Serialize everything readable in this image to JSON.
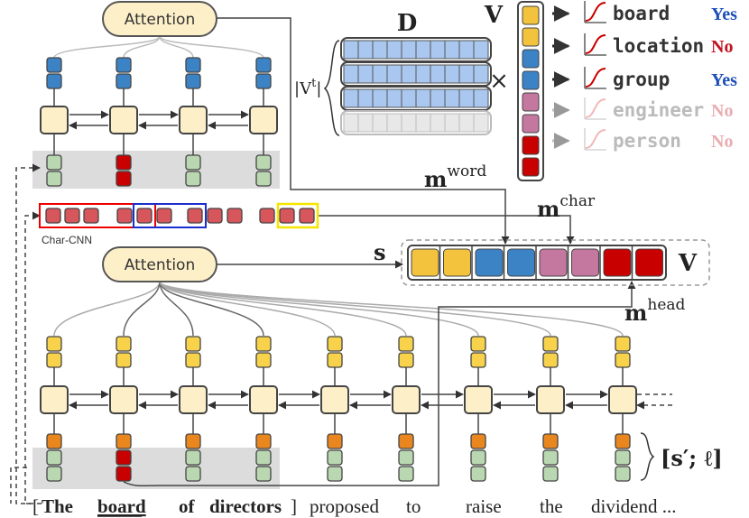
{
  "attention_top": "Attention",
  "attention_bottom": "Attention",
  "char_cnn_label": "Char-CNN",
  "matrix_label": "D",
  "vocab_size_label": "|V",
  "vocab_size_sup": "t",
  "vocab_size_close": "|",
  "times_symbol": "×",
  "v_label": "V",
  "v_label_2": "V",
  "s_label": "s",
  "m_word_base": "m",
  "m_word_sup": "word",
  "m_char_base": "m",
  "m_char_sup": "char",
  "m_head_base": "m",
  "m_head_sup": "head",
  "feature_label": "[s′; ℓ]",
  "types": [
    {
      "label": "board",
      "verdict": "Yes",
      "active": true
    },
    {
      "label": "location",
      "verdict": "No",
      "active": true
    },
    {
      "label": "group",
      "verdict": "Yes",
      "active": true
    },
    {
      "label": "engineer",
      "verdict": "No",
      "active": false
    },
    {
      "label": "person",
      "verdict": "No",
      "active": false
    }
  ],
  "sentence": {
    "open": "[",
    "the": "The",
    "board": "board",
    "of": "of",
    "directors": "directors",
    "close": "]",
    "proposed": "proposed",
    "to": "to",
    "raise": "raise",
    "the2": "the",
    "dividend": "dividend ..."
  },
  "colors": {
    "yellow": "#f3c33d",
    "blue": "#3c83c6",
    "pink": "#c478a0",
    "red": "#c90000",
    "yes": "#1c4fb8",
    "no": "#c1121f",
    "node_fill": "#fdf0c9",
    "cell_blue": "#a9c7ef",
    "cell_green": "#b9d8b1",
    "cell_orange": "#e9871e",
    "cell_red": "#d6565c",
    "cell_yellow": "#f7d24a"
  }
}
